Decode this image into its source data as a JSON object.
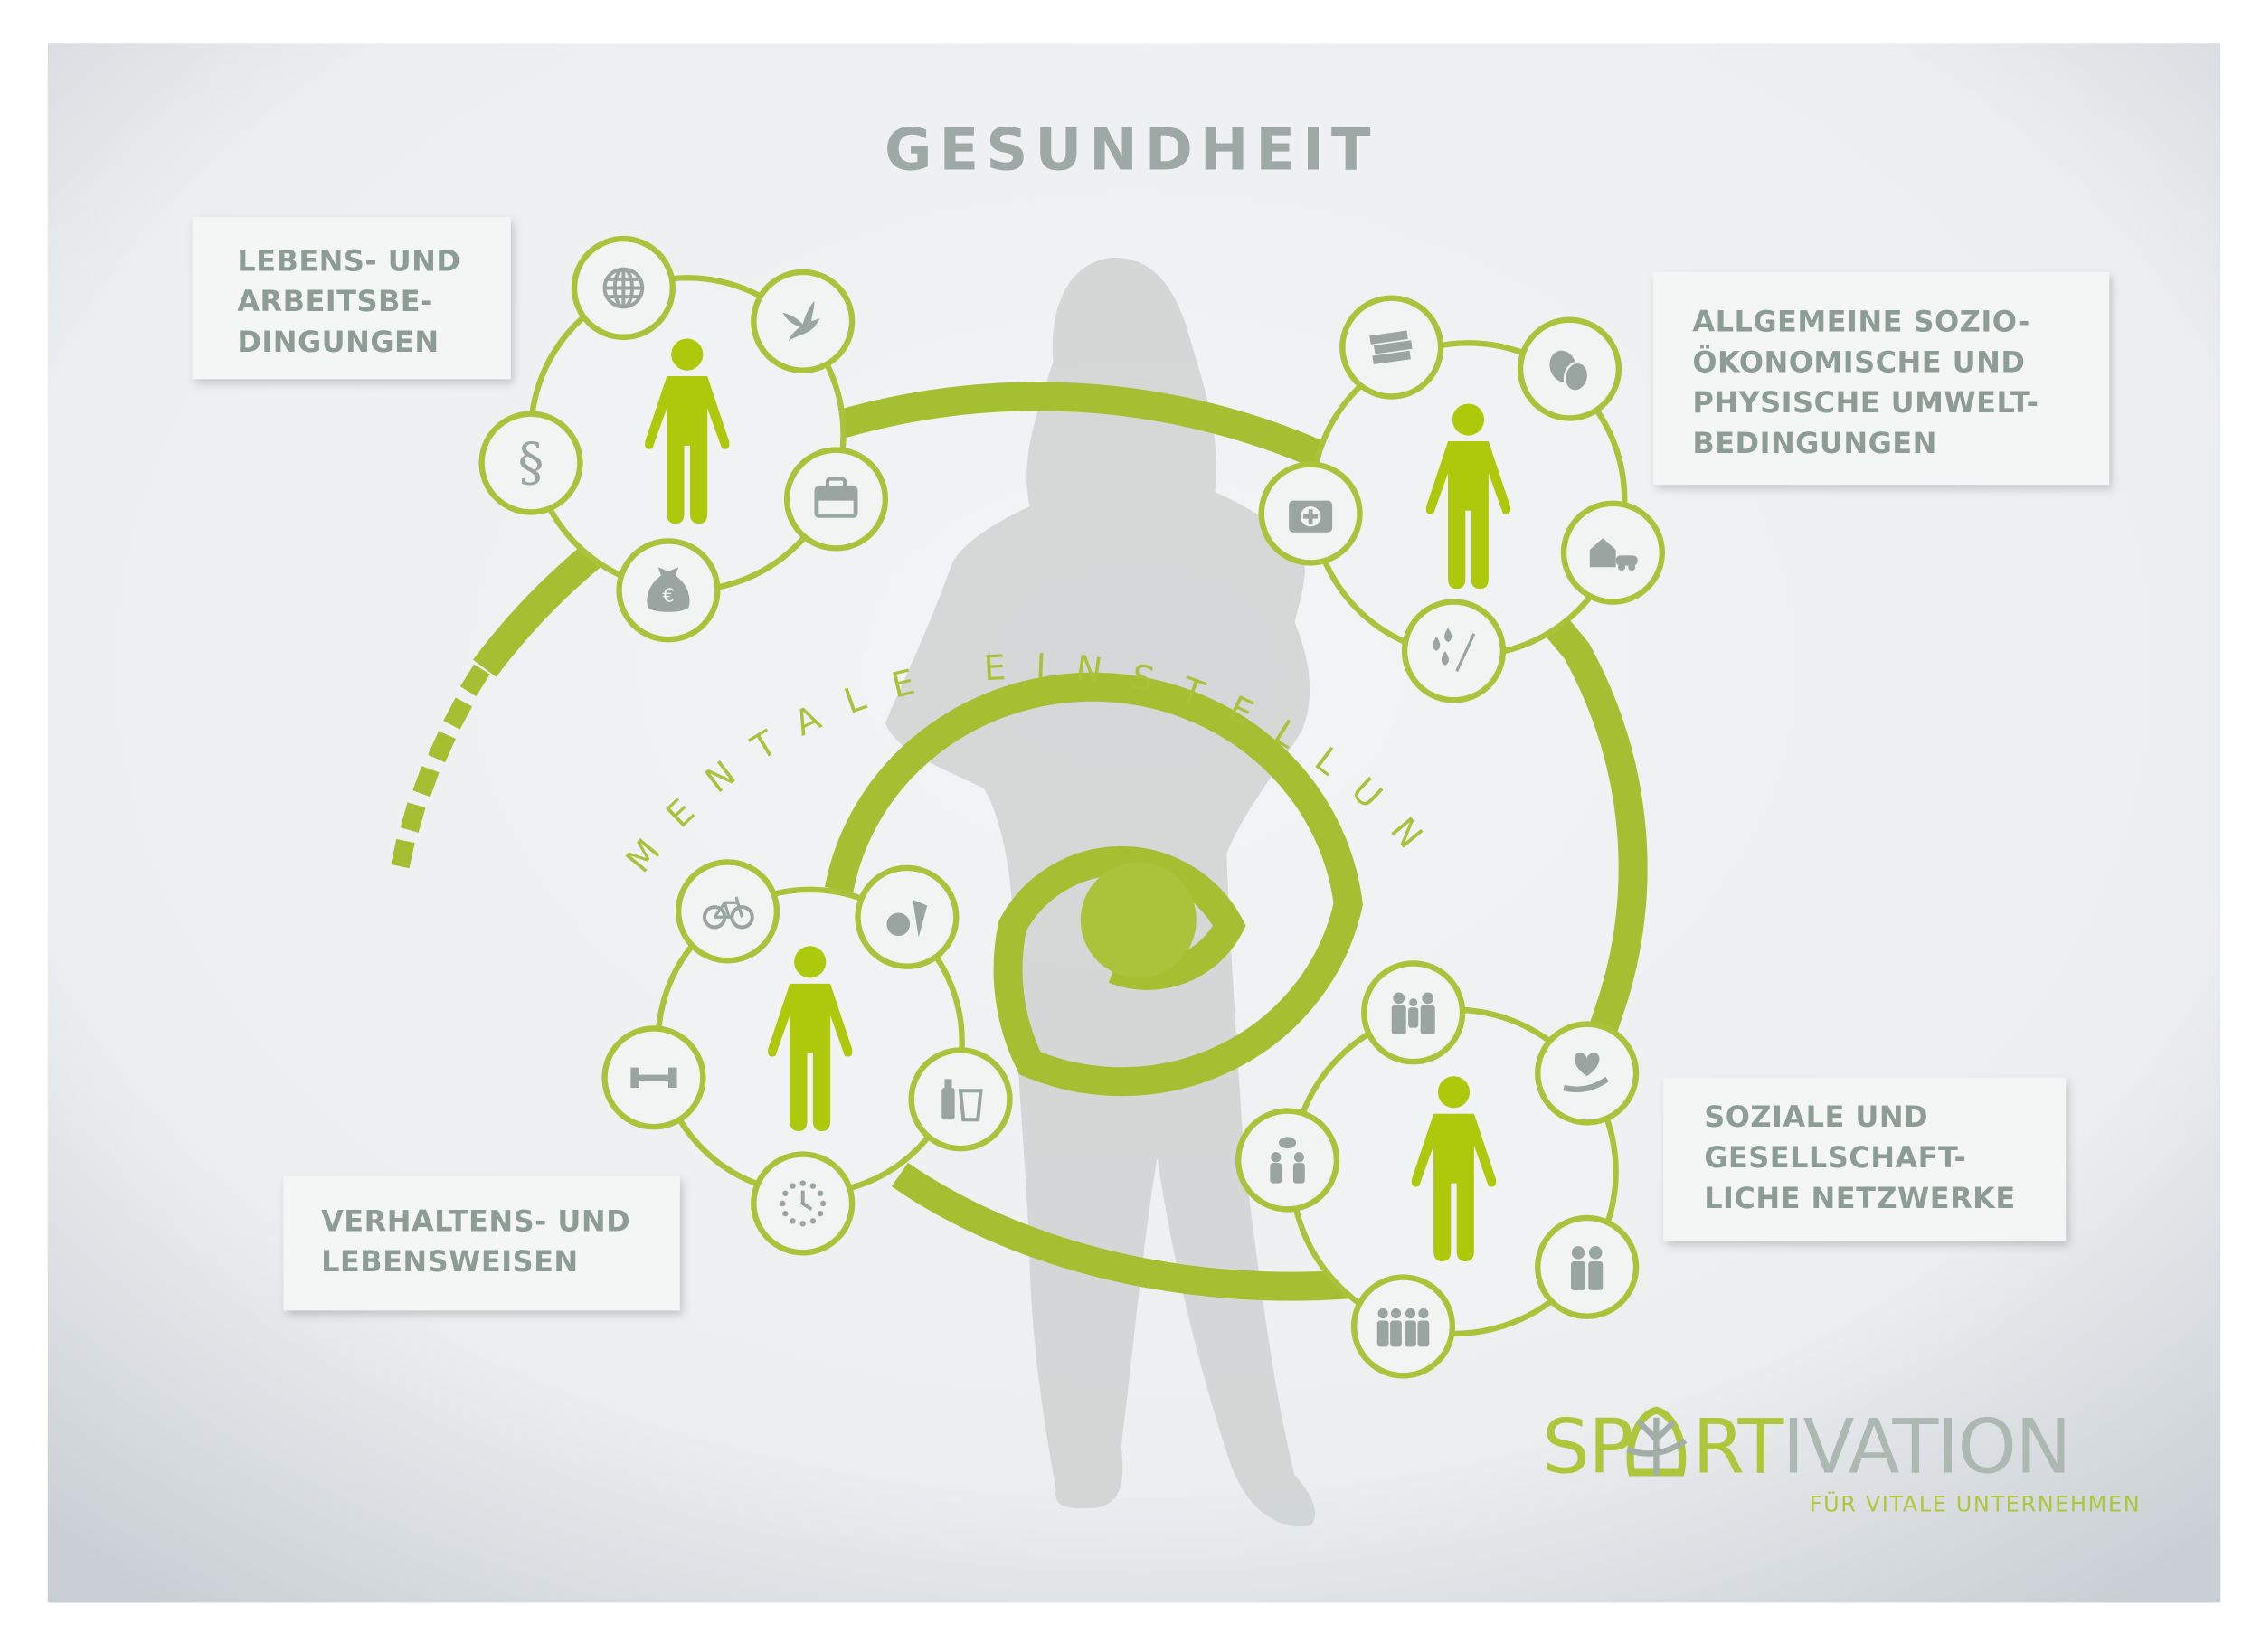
{
  "title": "GESUNDHEIT",
  "center_text": "MENTALE EINSTELLUNG",
  "boxes": [
    {
      "lines": [
        "LEBENS- UND",
        "ARBEITSBE-",
        "DINGUNGEN"
      ]
    },
    {
      "lines": [
        "ALLGEMEINE SOZIO-",
        "ÖKONOMISCHE UND",
        "PHYSISCHE UMWELT-",
        "BEDINGUNGEN"
      ]
    },
    {
      "lines": [
        "SOZIALE UND",
        "GESELLSCHAFT-",
        "LICHE NETZWERKE"
      ]
    },
    {
      "lines": [
        "VERHALTENS- UND",
        "LEBENSWEISEN"
      ]
    }
  ],
  "clusters": [
    {
      "name": "lebens-arbeitsbedingungen",
      "icons": [
        "globe-icon",
        "dove-icon",
        "paragraph-icon",
        "briefcase-icon",
        "money-bag-icon"
      ]
    },
    {
      "name": "umweltbedingungen",
      "icons": [
        "books-icon",
        "theater-masks-icon",
        "first-aid-kit-icon",
        "house-car-icon",
        "water-grain-icon"
      ]
    },
    {
      "name": "lebensweisen",
      "icons": [
        "bicycle-icon",
        "fruit-vegetable-icon",
        "dumbbell-icon",
        "bottle-glass-icon",
        "clock-icon"
      ]
    },
    {
      "name": "netzwerke",
      "icons": [
        "family-icon",
        "heart-hand-icon",
        "conversation-icon",
        "couple-icon",
        "group-icon"
      ]
    }
  ],
  "logo": {
    "name": "SPARTIVATION",
    "parts": [
      "SP",
      "RT",
      "IVATION"
    ],
    "tagline": "FÜR VITALE UNTERNEHMEN"
  },
  "colors": {
    "green": "#a9c33a",
    "person": "#aec90b",
    "gray": "#9aa5a1",
    "text": "#8e9c96"
  }
}
